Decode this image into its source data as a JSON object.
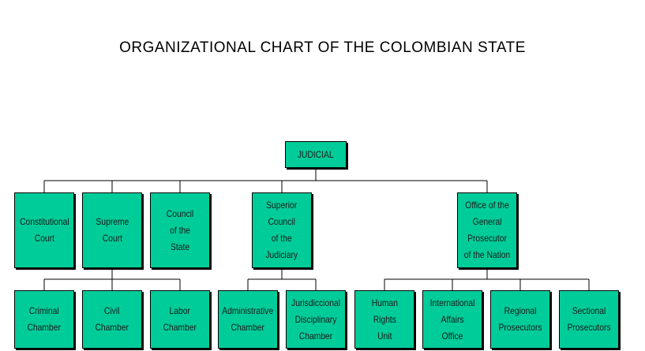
{
  "title": "ORGANIZATIONAL CHART OF THE COLOMBIAN STATE",
  "colors": {
    "box_fill": "#00cc99",
    "box_border": "#000000",
    "line": "#000000"
  },
  "nodes": {
    "judicial": "JUDICIAL",
    "constitutional_court": "Constitutional\nCourt",
    "supreme_court": "Supreme\nCourt",
    "council_of_state": "Council\nof the\nState",
    "superior_council": "Superior\nCouncil\nof the\nJudiciary",
    "general_prosecutor": "Office of the\nGeneral\nProsecutor\nof the Nation",
    "criminal_chamber": "Criminal\nChamber",
    "civil_chamber": "Civil\nChamber",
    "labor_chamber": "Labor\nChamber",
    "administrative_chamber": "Administrative\nChamber",
    "disciplinary_chamber": "Jurisdiccional\nDisciplinary\nChamber",
    "human_rights_unit": "Human\nRights\nUnit",
    "international_affairs": "International\nAffairs\nOffice",
    "regional_prosecutors": "Regional\nProsecutors",
    "sectional_prosecutors": "Sectional\nProsecutors"
  }
}
